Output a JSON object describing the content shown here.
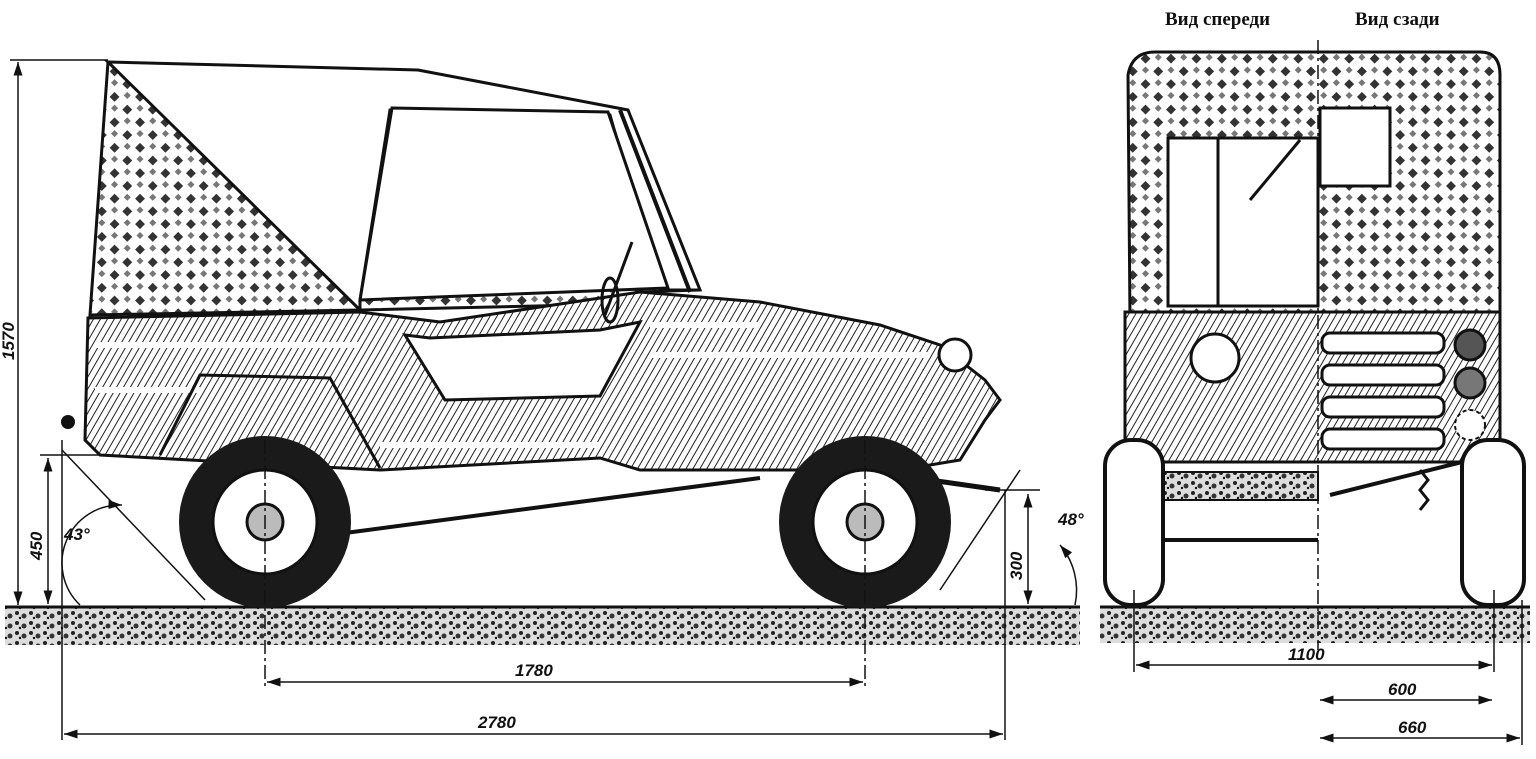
{
  "views": {
    "front_label": "Вид спереди",
    "rear_label": "Вид сзади"
  },
  "dimensions": {
    "overall_height": "1570",
    "rear_overhang_height": "450",
    "rear_angle": "43°",
    "front_angle": "48°",
    "front_overhang_height": "300",
    "wheelbase": "1780",
    "overall_length": "2780",
    "track_width": "1100",
    "half_track": "600",
    "half_width": "660"
  },
  "colors": {
    "ink": "#111111",
    "paper": "#ffffff",
    "ground": "#2a2a2a"
  }
}
